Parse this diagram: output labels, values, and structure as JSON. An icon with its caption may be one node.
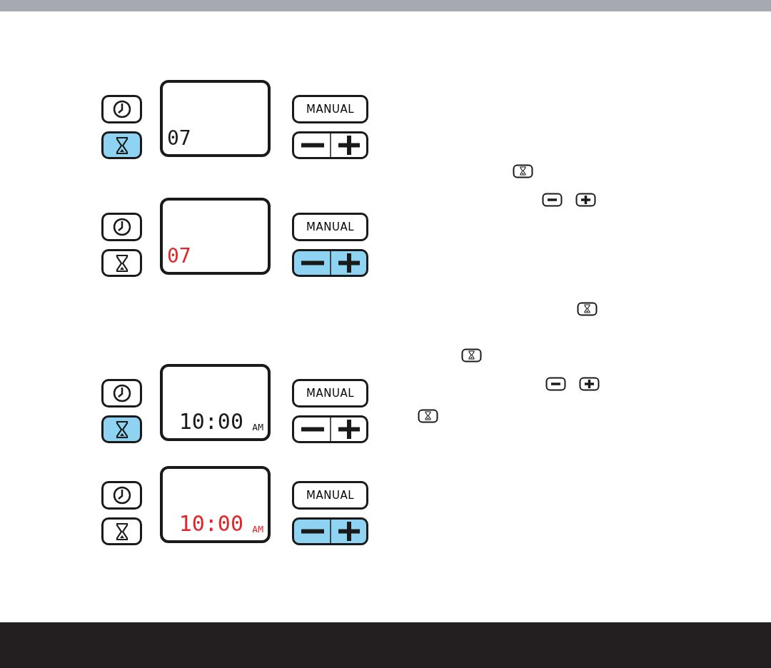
{
  "diagram": {
    "nodes": [
      {
        "text": [],
        "shape": "box"
      },
      {
        "text": [
          "07"
        ]
      },
      {
        "text": [
          "MANUAL"
        ]
      },
      {
        "text": [],
        "shape": "box"
      },
      {
        "text": [],
        "shape": "box"
      },
      {
        "text": [],
        "shape": "box"
      },
      {
        "text": [
          "07"
        ]
      },
      {
        "text": [
          "MANUAL"
        ]
      },
      {
        "text": [],
        "shape": "box"
      },
      {
        "text": [],
        "shape": "box"
      },
      {
        "text": [],
        "shape": "box"
      },
      {
        "text": [
          "10:00",
          "AM"
        ]
      },
      {
        "text": [
          "MANUAL"
        ]
      },
      {
        "text": [],
        "shape": "box"
      },
      {
        "text": [],
        "shape": "box"
      },
      {
        "text": [],
        "shape": "box"
      },
      {
        "text": [
          "10:00",
          "AM"
        ]
      },
      {
        "text": [
          "MANUAL"
        ]
      },
      {
        "text": [],
        "shape": "box"
      },
      {
        "text": [],
        "shape": "box"
      }
    ]
  }
}
